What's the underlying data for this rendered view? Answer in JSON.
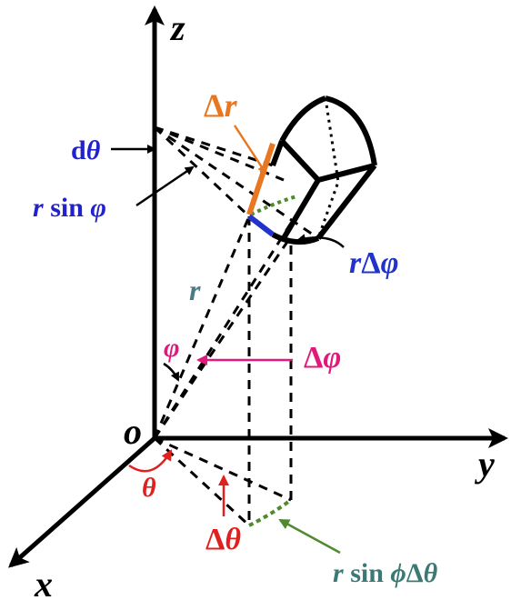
{
  "axes": {
    "x": "x",
    "y": "y",
    "z": "z",
    "origin": "o"
  },
  "labels": {
    "d_theta": {
      "prefix": "d",
      "symbol": "θ"
    },
    "r_sin_phi": {
      "r": "r",
      "sin": " sin ",
      "phi": "φ"
    },
    "delta_r": {
      "delta": "Δ",
      "r": "r"
    },
    "r_delta_phi": {
      "r": "r",
      "delta": "Δ",
      "phi": "φ"
    },
    "r": "r",
    "phi": "φ",
    "delta_phi": {
      "delta": "Δ",
      "phi": "φ"
    },
    "theta": "θ",
    "delta_theta": {
      "delta": "Δ",
      "theta": "θ"
    },
    "r_sin_phi_delta_theta": {
      "r": "r",
      "sin": " sin ",
      "phi": "ϕ",
      "delta": "Δ",
      "theta": "θ"
    }
  },
  "colors": {
    "axis": "#000000",
    "d_theta": "#2222cc",
    "r_sin_phi": "#2222cc",
    "delta_r": "#e87722",
    "r_delta_phi": "#2233cc",
    "r": "#4a7b86",
    "phi": "#e0197d",
    "delta_phi": "#e0197d",
    "theta": "#e0201e",
    "delta_theta": "#e0201e",
    "r_sin_phi_delta_theta": "#3b7a74",
    "green_dotted": "#4f8a2e"
  }
}
